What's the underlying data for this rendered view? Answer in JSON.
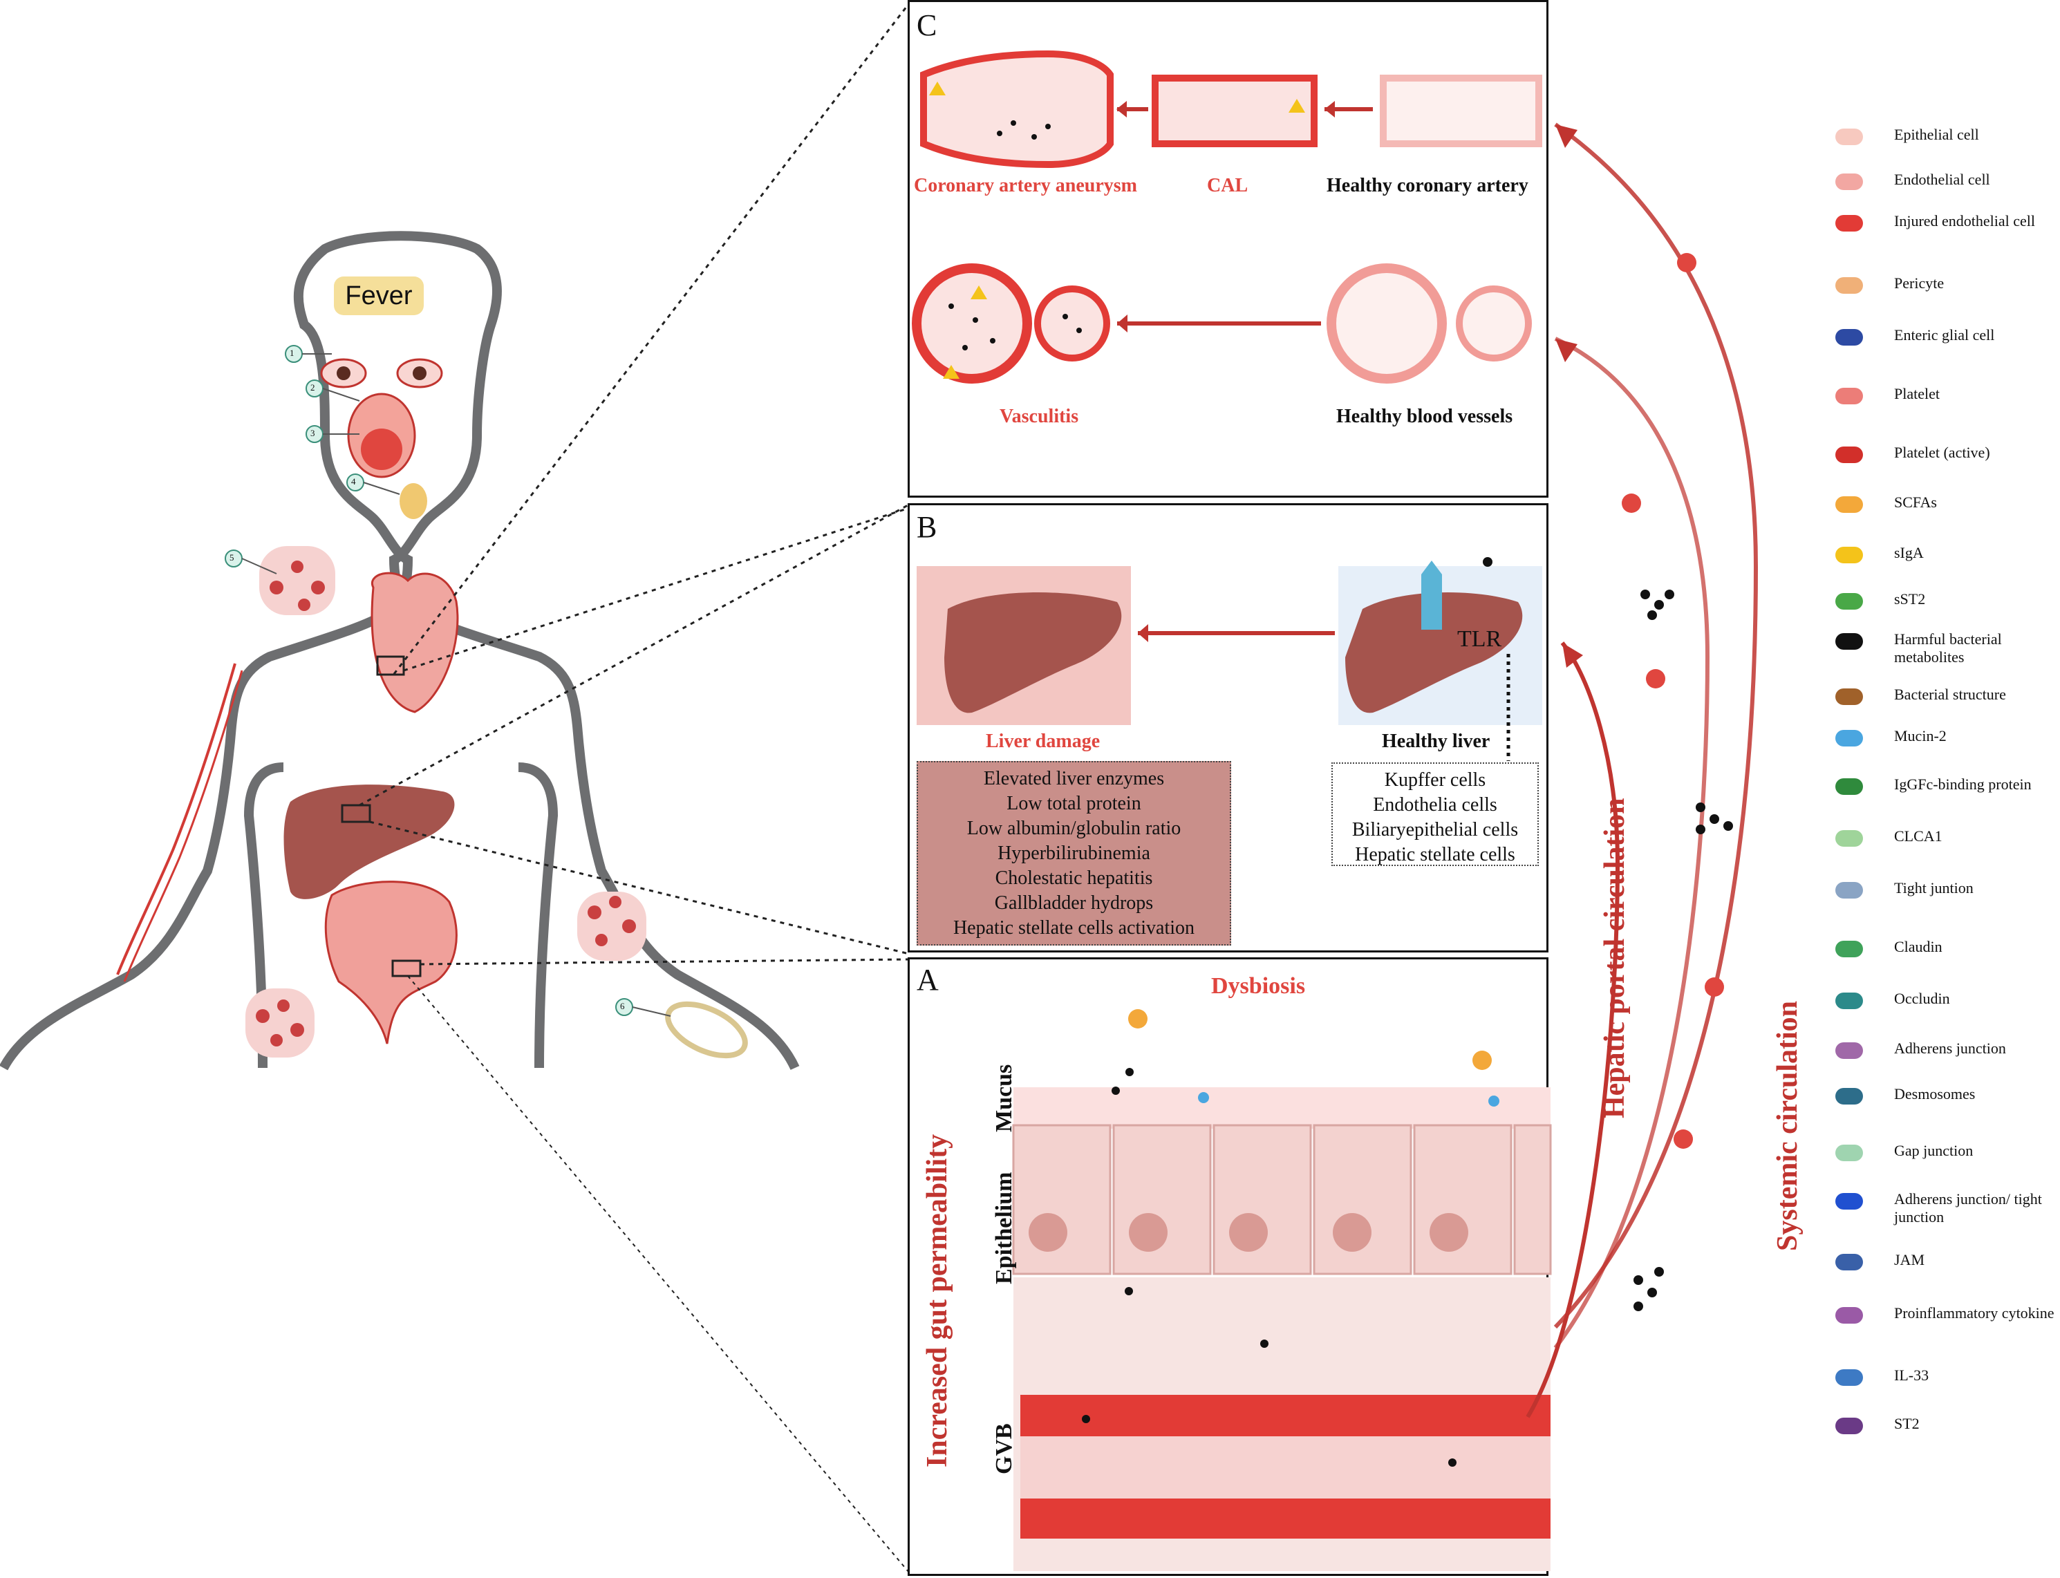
{
  "body": {
    "fever_label": "Fever",
    "markers": [
      "1",
      "2",
      "3",
      "4",
      "5",
      "6"
    ]
  },
  "panel_c": {
    "letter": "C",
    "coronary_aneurysm": "Coronary artery aneurysm",
    "cal": "CAL",
    "healthy_coronary": "Healthy coronary artery",
    "vasculitis": "Vasculitis",
    "healthy_vessels": "Healthy blood vessels"
  },
  "panel_b": {
    "letter": "B",
    "liver_damage": "Liver damage",
    "healthy_liver": "Healthy liver",
    "tlr": "TLR",
    "damage_list": [
      "Elevated liver enzymes",
      "Low total protein",
      "Low albumin/globulin ratio",
      "Hyperbilirubinemia",
      "Cholestatic hepatitis",
      "Gallbladder hydrops",
      "Hepatic stellate cells activation"
    ],
    "cell_list": [
      "Kupffer cells",
      "Endothelia cells",
      "Biliaryepithelial cells",
      "Hepatic stellate cells"
    ]
  },
  "panel_a": {
    "letter": "A",
    "dysbiosis": "Dysbiosis",
    "gut_permeability": "Increased gut permeability",
    "mucus": "Mucus",
    "epithelium": "Epithelium",
    "gvb": "GVB"
  },
  "circulation": {
    "hepatic_portal": "Hepatic portal circulation",
    "systemic": "Systemic circulation"
  },
  "legend": [
    {
      "label": "Epithelial cell",
      "icon": "epithelial-cell-icon"
    },
    {
      "label": "Endothelial cell",
      "icon": "endothelial-cell-icon"
    },
    {
      "label": "Injured endothelial cell",
      "icon": "injured-endothelial-cell-icon"
    },
    {
      "label": "Pericyte",
      "icon": "pericyte-icon"
    },
    {
      "label": "Enteric glial cell",
      "icon": "enteric-glial-cell-icon"
    },
    {
      "label": "Platelet",
      "icon": "platelet-icon"
    },
    {
      "label": "Platelet (active)",
      "icon": "platelet-active-icon"
    },
    {
      "label": "SCFAs",
      "icon": "scfa-icon"
    },
    {
      "label": "sIgA",
      "icon": "siga-icon"
    },
    {
      "label": "sST2",
      "icon": "sst2-icon"
    },
    {
      "label": "Harmful bacterial metabolites",
      "icon": "metabolite-icon"
    },
    {
      "label": "Bacterial structure",
      "icon": "bacteria-icon"
    },
    {
      "label": "Mucin-2",
      "icon": "mucin-icon"
    },
    {
      "label": "IgGFc-binding protein",
      "icon": "iggfc-icon"
    },
    {
      "label": "CLCA1",
      "icon": "clca1-icon"
    },
    {
      "label": "Tight juntion",
      "icon": "tight-junction-icon"
    },
    {
      "label": "Claudin",
      "icon": "claudin-icon"
    },
    {
      "label": "Occludin",
      "icon": "occludin-icon"
    },
    {
      "label": "Adherens junction",
      "icon": "adherens-junction-icon"
    },
    {
      "label": "Desmosomes",
      "icon": "desmosome-icon"
    },
    {
      "label": "Gap junction",
      "icon": "gap-junction-icon"
    },
    {
      "label": "Adherens junction/ tight junction",
      "icon": "adherens-tight-junction-icon"
    },
    {
      "label": "JAM",
      "icon": "jam-icon"
    },
    {
      "label": "Proinflammatory cytokine",
      "icon": "cytokine-icon"
    },
    {
      "label": "IL-33",
      "icon": "il33-icon"
    },
    {
      "label": "ST2",
      "icon": "st2-icon"
    }
  ],
  "colors": {
    "accent_red": "#e0463f",
    "dark_red": "#c0342f",
    "body_outline": "#6d6e70",
    "vessel_red": "#e23b36",
    "vessel_pink": "#f6d2d0",
    "liver_brown": "#a5544d",
    "fever_bg": "#f5df9a"
  }
}
